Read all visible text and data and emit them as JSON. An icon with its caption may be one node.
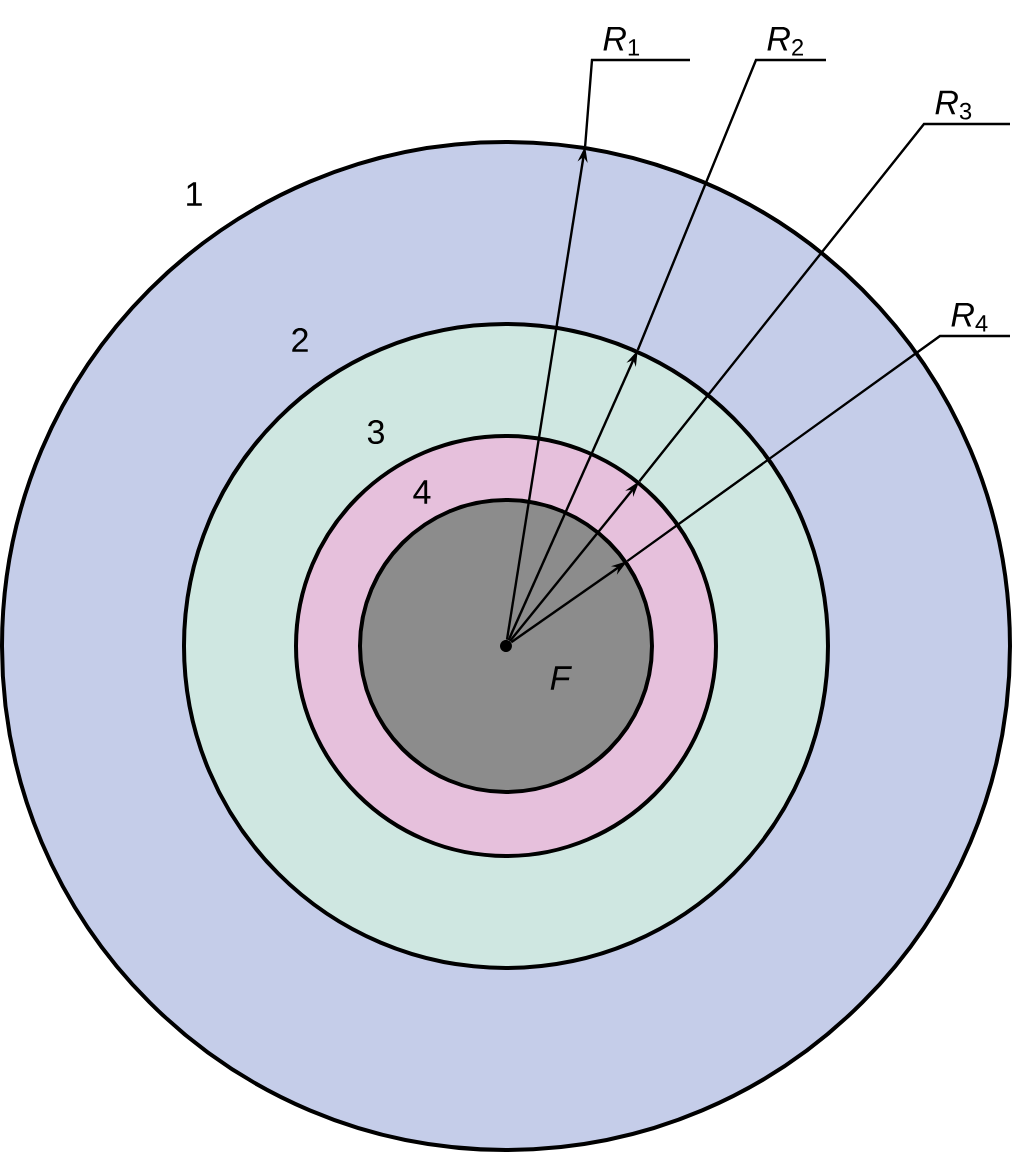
{
  "diagram": {
    "nodes": [
      {
        "text": [
          "1"
        ]
      },
      {
        "text": [
          "2"
        ],
        "in": 0
      },
      {
        "text": [
          "3"
        ],
        "in": 1
      },
      {
        "text": [
          "4"
        ],
        "in": 2
      },
      {
        "text": [],
        "shape": "circle",
        "beside": [
          "F"
        ],
        "in": 3
      }
    ],
    "edges": [
      {
        "from": 4,
        "to": 0,
        "arrow": "to",
        "label": "*R*$_{1}$"
      },
      {
        "from": 4,
        "to": 1,
        "arrow": "to",
        "label": "*R*$_{2}$"
      },
      {
        "from": 4,
        "to": 2,
        "arrow": "to",
        "label": "*R*$_{3}$"
      },
      {
        "from": 4,
        "to": 3,
        "arrow": "to",
        "label": "*R*$_{4}$"
      }
    ]
  }
}
